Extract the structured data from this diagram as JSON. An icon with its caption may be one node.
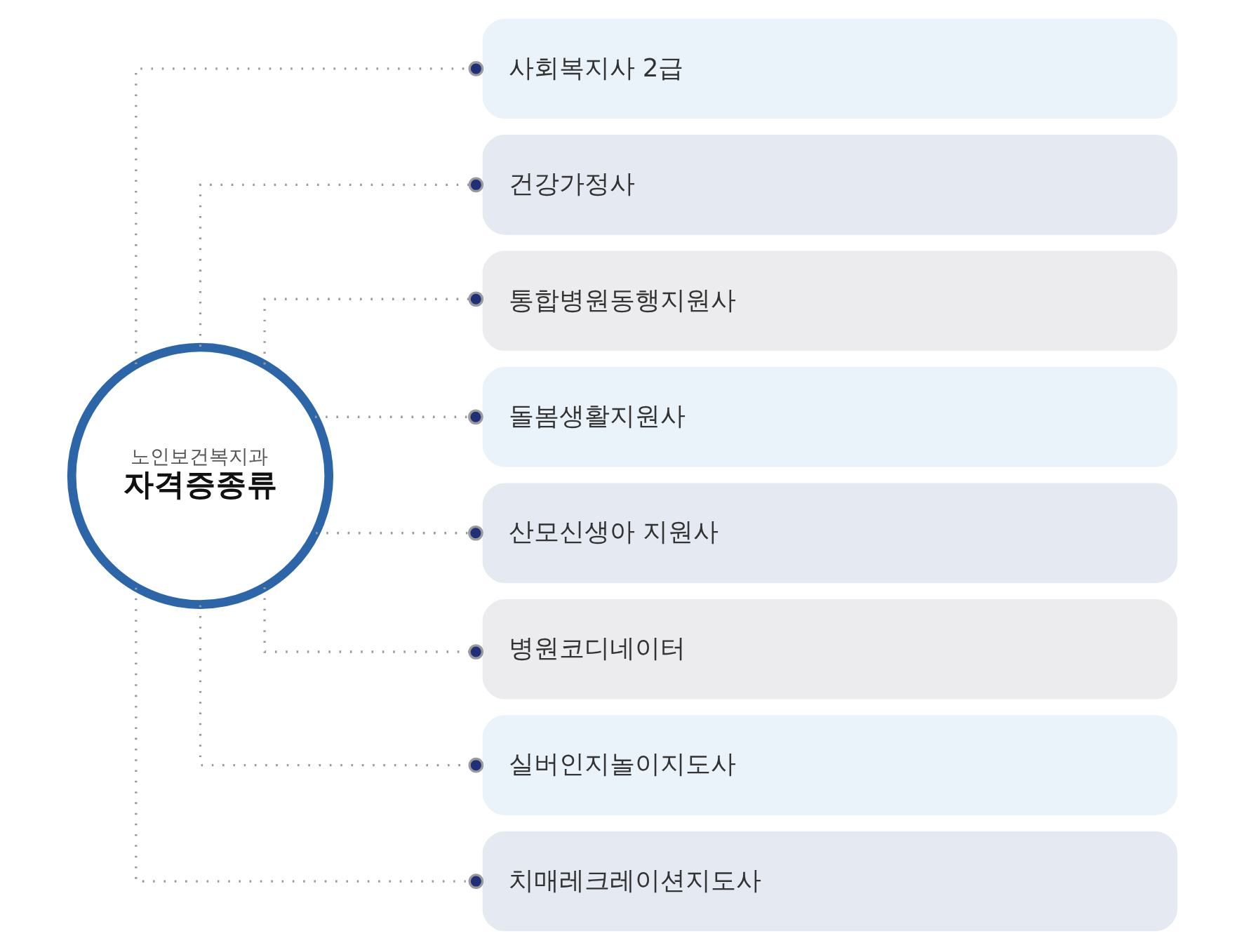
{
  "diagram": {
    "nodes": [
      {
        "text": [
          "노인보건복지과",
          "자격증종류"
        ]
      },
      {
        "text": [
          "사회복지사 2급"
        ]
      },
      {
        "text": [
          "건강가정사"
        ]
      },
      {
        "text": [
          "통합병원동행지원사"
        ]
      },
      {
        "text": [
          "돌봄생활지원사"
        ]
      },
      {
        "text": [
          "산모신생아 지원사"
        ]
      },
      {
        "text": [
          "병원코디네이터"
        ]
      },
      {
        "text": [
          "실버인지놀이지도사"
        ]
      },
      {
        "text": [
          "치매레크레이션지도사"
        ]
      }
    ],
    "edges": [
      {
        "from": 0,
        "to": 1,
        "arrow": "other",
        "style": "dashed"
      },
      {
        "from": 0,
        "to": 2,
        "arrow": "other",
        "style": "dashed"
      },
      {
        "from": 0,
        "to": 3,
        "arrow": "other",
        "style": "dashed"
      },
      {
        "from": 0,
        "to": 4,
        "arrow": "other",
        "style": "dashed"
      },
      {
        "from": 0,
        "to": 5,
        "arrow": "other",
        "style": "dashed"
      },
      {
        "from": 0,
        "to": 6,
        "arrow": "other",
        "style": "dashed"
      },
      {
        "from": 0,
        "to": 7,
        "arrow": "other",
        "style": "dashed"
      },
      {
        "from": 0,
        "to": 8,
        "arrow": "other",
        "style": "dashed"
      }
    ]
  }
}
